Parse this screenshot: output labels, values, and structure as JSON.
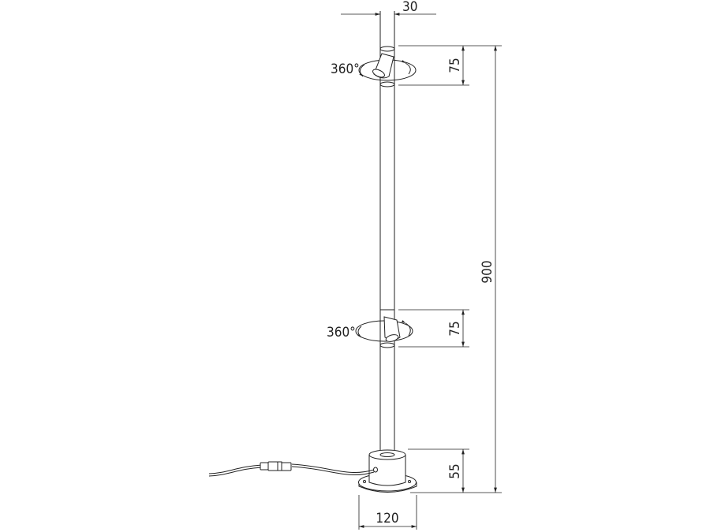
{
  "dimensions": {
    "pole_diameter": "30",
    "top_lamp_height": "75",
    "mid_lamp_height": "75",
    "total_height": "900",
    "base_height": "55",
    "base_diameter": "120"
  },
  "rotation": {
    "top": "360°",
    "mid": "360°"
  }
}
